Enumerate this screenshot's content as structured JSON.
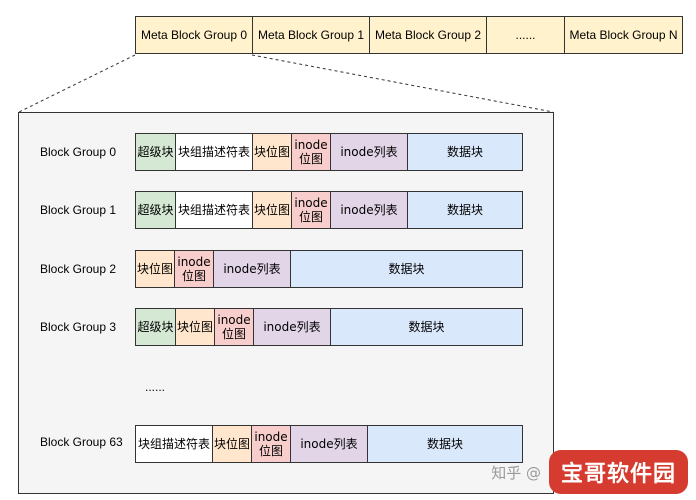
{
  "meta_groups": [
    "Meta Block Group 0",
    "Meta Block Group 1",
    "Meta Block Group 2",
    "......",
    "Meta Block Group N"
  ],
  "ellipsis": "......",
  "rows": [
    {
      "label": "Block Group 0",
      "cells": [
        {
          "kind": "super",
          "text": "超级块"
        },
        {
          "kind": "desc",
          "text": "块组描述符表"
        },
        {
          "kind": "bmap",
          "text": "块位图"
        },
        {
          "kind": "imap",
          "text": "inode\n位图"
        },
        {
          "kind": "itab",
          "text": "inode列表"
        },
        {
          "kind": "data",
          "text": "数据块"
        }
      ]
    },
    {
      "label": "Block Group 1",
      "cells": [
        {
          "kind": "super",
          "text": "超级块"
        },
        {
          "kind": "desc",
          "text": "块组描述符表"
        },
        {
          "kind": "bmap",
          "text": "块位图"
        },
        {
          "kind": "imap",
          "text": "inode\n位图"
        },
        {
          "kind": "itab",
          "text": "inode列表"
        },
        {
          "kind": "data",
          "text": "数据块"
        }
      ]
    },
    {
      "label": "Block Group 2",
      "cells": [
        {
          "kind": "bmap",
          "text": "块位图"
        },
        {
          "kind": "imap",
          "text": "inode\n位图"
        },
        {
          "kind": "itab",
          "text": "inode列表"
        },
        {
          "kind": "data",
          "text": "数据块"
        }
      ]
    },
    {
      "label": "Block Group 3",
      "cells": [
        {
          "kind": "super",
          "text": "超级块"
        },
        {
          "kind": "bmap",
          "text": "块位图"
        },
        {
          "kind": "imap",
          "text": "inode\n位图"
        },
        {
          "kind": "itab",
          "text": "inode列表"
        },
        {
          "kind": "data",
          "text": "数据块"
        }
      ]
    },
    {
      "label": "Block Group 63",
      "cells": [
        {
          "kind": "desc",
          "text": "块组描述符表"
        },
        {
          "kind": "bmap",
          "text": "块位图"
        },
        {
          "kind": "imap",
          "text": "inode\n位图"
        },
        {
          "kind": "itab",
          "text": "inode列表"
        },
        {
          "kind": "data",
          "text": "数据块"
        }
      ]
    }
  ],
  "watermark": {
    "text": "知乎 @",
    "logo": "宝哥软件园"
  }
}
